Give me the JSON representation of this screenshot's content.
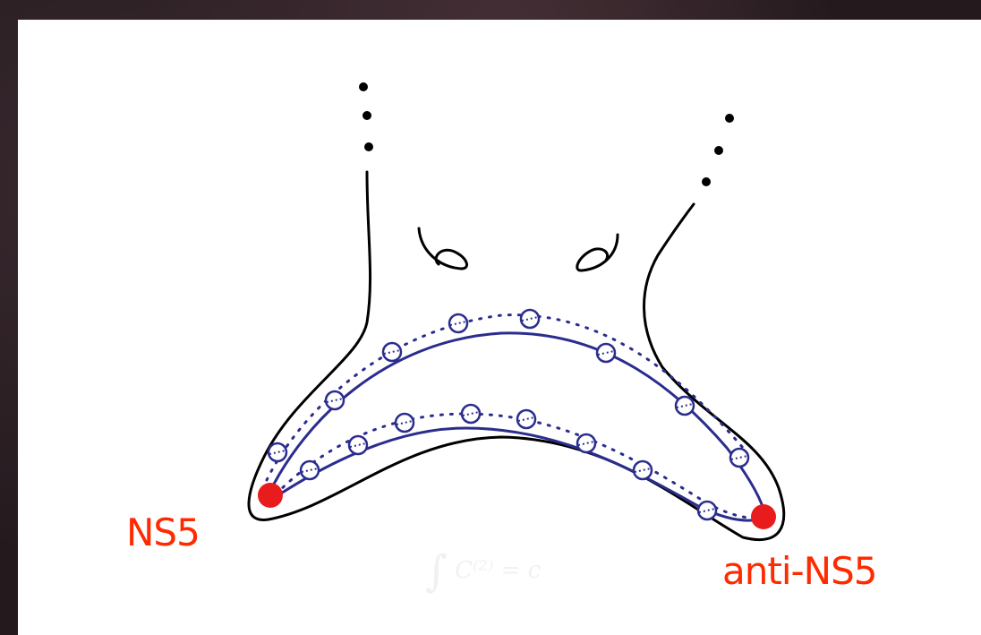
{
  "labels": {
    "left_brane": "NS5",
    "right_brane": "anti-NS5"
  },
  "faint_formula": {
    "integral_sign": "∫",
    "expression": "C⁽²⁾ = c"
  },
  "colors": {
    "background": "#241a1e",
    "slide": "#ffffff",
    "outline": "#000000",
    "brane_curve": "#2b2d8e",
    "brane_points": "#e81c1c",
    "labels": "#ff2a00",
    "formula": "#f2f0f0"
  }
}
